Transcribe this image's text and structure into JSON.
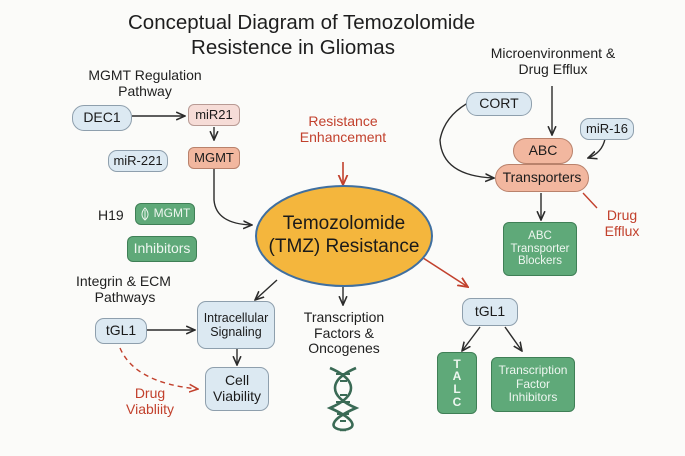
{
  "title": [
    "Conceptual Diagram of Temozolomide",
    "Resistence in Gliomas"
  ],
  "mgmt_section": {
    "heading": [
      "MGMT Regulation",
      "Pathway"
    ],
    "dec1": "DEC1",
    "mir21": "miR21",
    "mir221": "miR-221",
    "mgmt": "MGMT",
    "h19": "H19",
    "mgmt_chip": "MGMT",
    "inhibitors": "Inhibitors"
  },
  "resistance_enhancement": [
    "Resistance",
    "Enhancement"
  ],
  "center": [
    "Temozolomide",
    "(TMZ) Resistance"
  ],
  "micro_section": {
    "heading": [
      "Microenvironment &",
      "Drug Efflux"
    ],
    "cort": "CORT",
    "mir16": "miR-16",
    "abc": "ABC",
    "transporters": "Transporters",
    "drug_efflux": [
      "Drug",
      "Efflux"
    ],
    "blockers": [
      "ABC",
      "Transporter",
      "Blockers"
    ]
  },
  "integrin_section": {
    "heading": [
      "Integrin & ECM",
      "Pathways"
    ],
    "tgl1": "tGL1",
    "signaling": [
      "Intracellular",
      "Signaling"
    ],
    "viability": [
      "Cell",
      "Viability"
    ],
    "drug_viability": [
      "Drug",
      "Viabliity"
    ]
  },
  "transcription": [
    "Transcription",
    "Factors &",
    "Oncogenes"
  ],
  "right_lower": {
    "tgl1": "tGL1",
    "talc": [
      "T",
      "A",
      "L",
      "C"
    ],
    "tf_inhibitors": [
      "Transcription",
      "Factor",
      "Inhibitors"
    ]
  },
  "colors": {
    "ellipse_fill": "#f4b63d",
    "ellipse_stroke": "#3f6fa0",
    "red_text": "#c2412d",
    "green_box": "#5fa979",
    "blue_box": "#dce9f2",
    "salmon_box": "#f2b79f"
  }
}
